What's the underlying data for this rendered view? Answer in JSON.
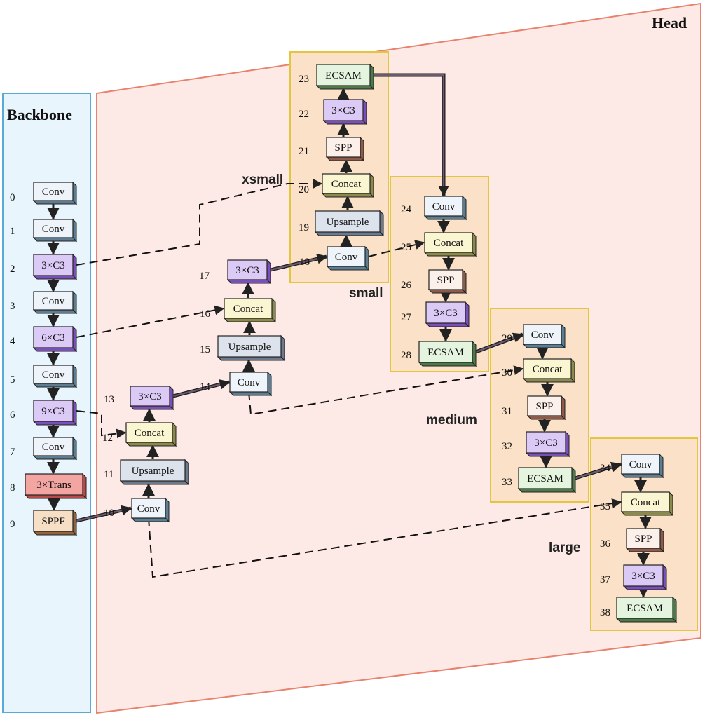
{
  "panels": {
    "backbone": {
      "title": "Backbone",
      "fill": "#e8f5fc",
      "stroke": "#5aaad8"
    },
    "head": {
      "title": "Head",
      "fill": "#fdeae6",
      "stroke": "#e8826e"
    }
  },
  "block_colors": {
    "Conv": {
      "front": "#eef4f9",
      "side": "#5d7d93"
    },
    "C3": {
      "front": "#dccaf6",
      "side": "#7a4fb8"
    },
    "Trans": {
      "front": "#f3a5a2",
      "side": "#b84a4a"
    },
    "SPPF": {
      "front": "#f6dfc4",
      "side": "#93623e"
    },
    "Upsample": {
      "front": "#dde3ec",
      "side": "#6c7a8c"
    },
    "Concat": {
      "front": "#fbf6d2",
      "side": "#8b8a4c"
    },
    "SPP": {
      "front": "#fbf0ea",
      "side": "#8c5b4a"
    },
    "ECSAM": {
      "front": "#e4f4df",
      "side": "#4e7a4a"
    }
  },
  "scale_regions": [
    {
      "label": "xsmall"
    },
    {
      "label": "small"
    },
    {
      "label": "medium"
    },
    {
      "label": "large"
    }
  ],
  "layers": [
    {
      "index": "0",
      "name": "Conv",
      "type": "Conv"
    },
    {
      "index": "1",
      "name": "Conv",
      "type": "Conv"
    },
    {
      "index": "2",
      "name": "3×C3",
      "type": "C3"
    },
    {
      "index": "3",
      "name": "Conv",
      "type": "Conv"
    },
    {
      "index": "4",
      "name": "6×C3",
      "type": "C3"
    },
    {
      "index": "5",
      "name": "Conv",
      "type": "Conv"
    },
    {
      "index": "6",
      "name": "9×C3",
      "type": "C3"
    },
    {
      "index": "7",
      "name": "Conv",
      "type": "Conv"
    },
    {
      "index": "8",
      "name": "3×Trans",
      "type": "Trans"
    },
    {
      "index": "9",
      "name": "SPPF",
      "type": "SPPF"
    },
    {
      "index": "10",
      "name": "Conv",
      "type": "Conv"
    },
    {
      "index": "11",
      "name": "Upsample",
      "type": "Upsample"
    },
    {
      "index": "12",
      "name": "Concat",
      "type": "Concat"
    },
    {
      "index": "13",
      "name": "3×C3",
      "type": "C3"
    },
    {
      "index": "14",
      "name": "Conv",
      "type": "Conv"
    },
    {
      "index": "15",
      "name": "Upsample",
      "type": "Upsample"
    },
    {
      "index": "16",
      "name": "Concat",
      "type": "Concat"
    },
    {
      "index": "17",
      "name": "3×C3",
      "type": "C3"
    },
    {
      "index": "18",
      "name": "Conv",
      "type": "Conv"
    },
    {
      "index": "19",
      "name": "Upsample",
      "type": "Upsample"
    },
    {
      "index": "20",
      "name": "Concat",
      "type": "Concat"
    },
    {
      "index": "21",
      "name": "SPP",
      "type": "SPP"
    },
    {
      "index": "22",
      "name": "3×C3",
      "type": "C3"
    },
    {
      "index": "23",
      "name": "ECSAM",
      "type": "ECSAM"
    },
    {
      "index": "24",
      "name": "Conv",
      "type": "Conv"
    },
    {
      "index": "25",
      "name": "Concat",
      "type": "Concat"
    },
    {
      "index": "26",
      "name": "SPP",
      "type": "SPP"
    },
    {
      "index": "27",
      "name": "3×C3",
      "type": "C3"
    },
    {
      "index": "28",
      "name": "ECSAM",
      "type": "ECSAM"
    },
    {
      "index": "29",
      "name": "Conv",
      "type": "Conv"
    },
    {
      "index": "30",
      "name": "Concat",
      "type": "Concat"
    },
    {
      "index": "31",
      "name": "SPP",
      "type": "SPP"
    },
    {
      "index": "32",
      "name": "3×C3",
      "type": "C3"
    },
    {
      "index": "33",
      "name": "ECSAM",
      "type": "ECSAM"
    },
    {
      "index": "34",
      "name": "Conv",
      "type": "Conv"
    },
    {
      "index": "35",
      "name": "Concat",
      "type": "Concat"
    },
    {
      "index": "36",
      "name": "SPP",
      "type": "SPP"
    },
    {
      "index": "37",
      "name": "3×C3",
      "type": "C3"
    },
    {
      "index": "38",
      "name": "ECSAM",
      "type": "ECSAM"
    }
  ],
  "flow_edges": [
    {
      "from": "0",
      "to": "1"
    },
    {
      "from": "1",
      "to": "2"
    },
    {
      "from": "2",
      "to": "3"
    },
    {
      "from": "3",
      "to": "4"
    },
    {
      "from": "4",
      "to": "5"
    },
    {
      "from": "5",
      "to": "6"
    },
    {
      "from": "6",
      "to": "7"
    },
    {
      "from": "7",
      "to": "8"
    },
    {
      "from": "8",
      "to": "9"
    },
    {
      "from": "9",
      "to": "10"
    },
    {
      "from": "10",
      "to": "11"
    },
    {
      "from": "11",
      "to": "12"
    },
    {
      "from": "12",
      "to": "13"
    },
    {
      "from": "13",
      "to": "14"
    },
    {
      "from": "14",
      "to": "15"
    },
    {
      "from": "15",
      "to": "16"
    },
    {
      "from": "16",
      "to": "17"
    },
    {
      "from": "17",
      "to": "18"
    },
    {
      "from": "18",
      "to": "19"
    },
    {
      "from": "19",
      "to": "20"
    },
    {
      "from": "20",
      "to": "21"
    },
    {
      "from": "21",
      "to": "22"
    },
    {
      "from": "22",
      "to": "23"
    },
    {
      "from": "23",
      "to": "24"
    },
    {
      "from": "24",
      "to": "25"
    },
    {
      "from": "25",
      "to": "26"
    },
    {
      "from": "26",
      "to": "27"
    },
    {
      "from": "27",
      "to": "28"
    },
    {
      "from": "28",
      "to": "29"
    },
    {
      "from": "29",
      "to": "30"
    },
    {
      "from": "30",
      "to": "31"
    },
    {
      "from": "31",
      "to": "32"
    },
    {
      "from": "32",
      "to": "33"
    },
    {
      "from": "33",
      "to": "34"
    },
    {
      "from": "34",
      "to": "35"
    },
    {
      "from": "35",
      "to": "36"
    },
    {
      "from": "36",
      "to": "37"
    },
    {
      "from": "37",
      "to": "38"
    }
  ],
  "skip_edges": [
    {
      "from": "2",
      "to": "20"
    },
    {
      "from": "4",
      "to": "16"
    },
    {
      "from": "6",
      "to": "12"
    },
    {
      "from": "18",
      "to": "25"
    },
    {
      "from": "14",
      "to": "30"
    },
    {
      "from": "10",
      "to": "35"
    }
  ]
}
